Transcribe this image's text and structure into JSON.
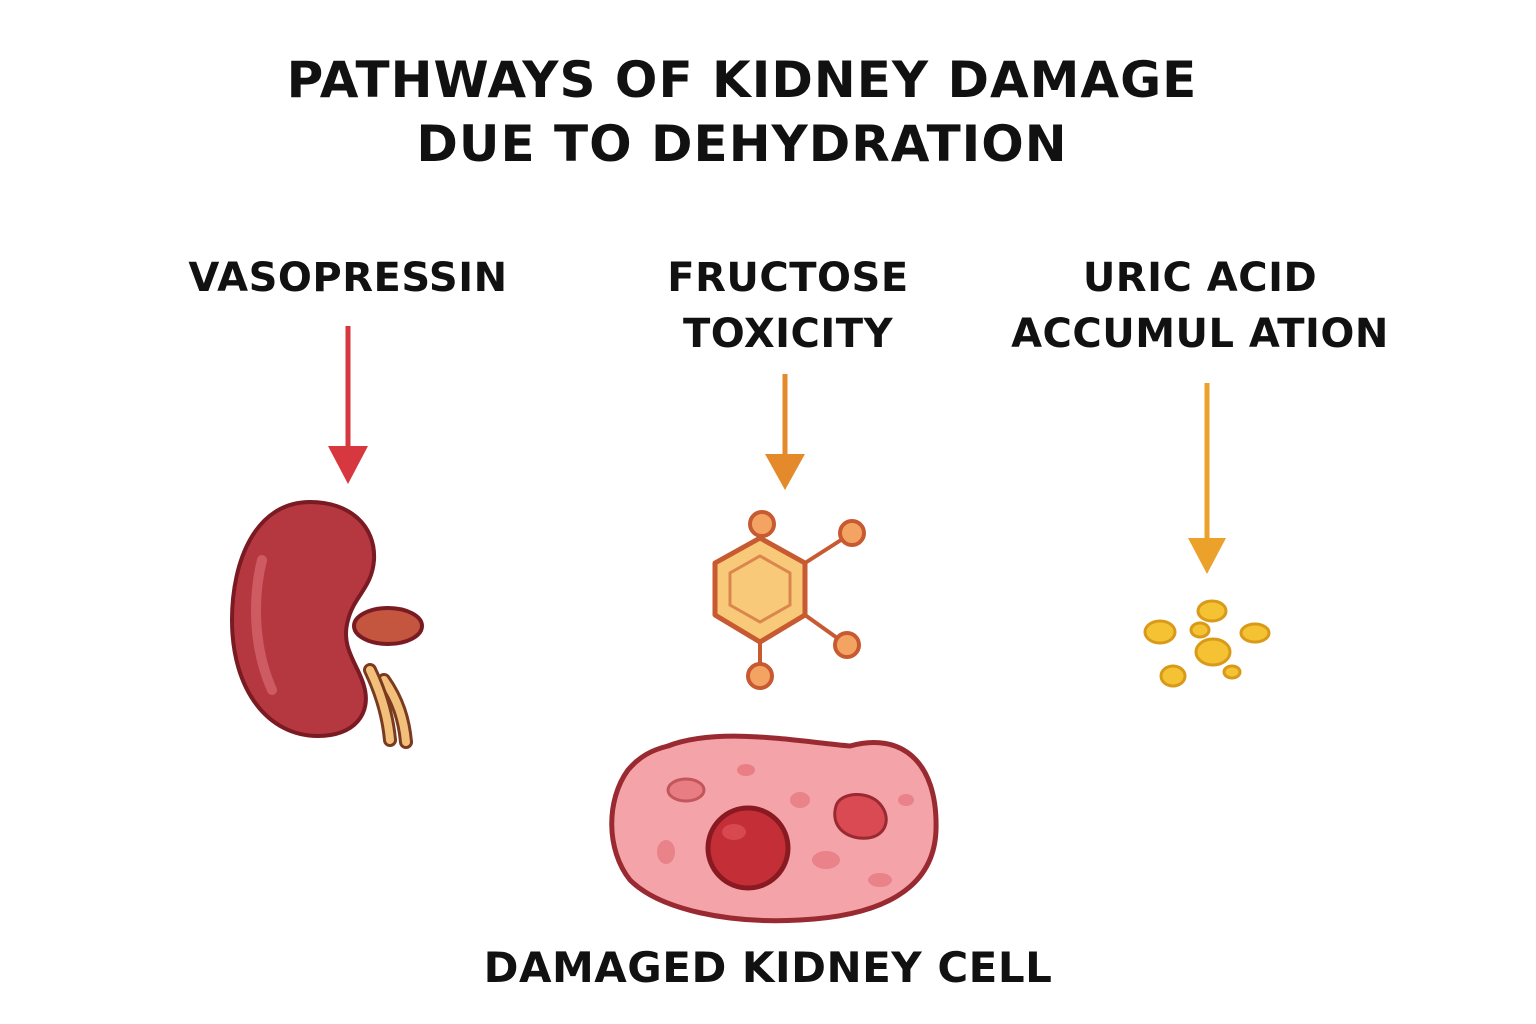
{
  "title": {
    "line1": "PATHWAYS OF KIDNEY DAMAGE",
    "line2": "DUE TO DEHYDRATION"
  },
  "pathways": [
    {
      "line1": "VASOPRESSIN",
      "line2": "",
      "arrow_color": "#d7373e",
      "icon": "kidney-icon"
    },
    {
      "line1": "FRUCTOSE",
      "line2": "TOXICITY",
      "arrow_color": "#e48a2a",
      "icon": "fructose-molecule-icon"
    },
    {
      "line1": "URIC ACID",
      "line2": "ACCUMUL ATION",
      "arrow_color": "#eba12a",
      "icon": "uric-acid-crystals-icon"
    }
  ],
  "outcome": {
    "label": "DAMAGED KIDNEY CELL",
    "icon": "damaged-cell-icon"
  },
  "colors": {
    "kidney": "#b53840",
    "kidney_outline": "#7a1a22",
    "molecule_fill": "#f8c978",
    "molecule_line": "#c85a32",
    "crystal": "#f4c232",
    "cell": "#f4a4a8",
    "cell_outline": "#9a2a32",
    "nucleus": "#c42e36"
  }
}
